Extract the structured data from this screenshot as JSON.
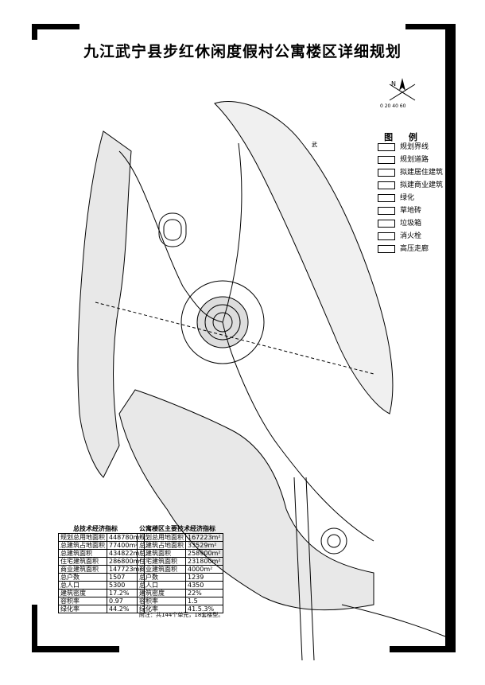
{
  "title": "九江武宁县步红休闲度假村公寓楼区详细规划",
  "north_label": "N",
  "scale_label": "0 20 40 60",
  "legend": {
    "title": "图 例",
    "items": [
      {
        "label": "规划界线",
        "icon": "boundary-line"
      },
      {
        "label": "规划道路",
        "icon": "planned-road"
      },
      {
        "label": "拟建居住建筑",
        "icon": "residential-building"
      },
      {
        "label": "拟建商业建筑",
        "icon": "commercial-building"
      },
      {
        "label": "绿化",
        "icon": "greenery"
      },
      {
        "label": "草地砖",
        "icon": "grass-brick"
      },
      {
        "label": "垃圾箱",
        "icon": "trash-bin"
      },
      {
        "label": "消火栓",
        "icon": "fire-hydrant"
      },
      {
        "label": "高压走廊",
        "icon": "high-voltage-corridor"
      }
    ]
  },
  "table1": {
    "caption": "总技术经济指标",
    "rows": [
      [
        "规划总用地面积",
        "448780m²"
      ],
      [
        "总建筑占地面积",
        "77400m²"
      ],
      [
        "总建筑面积",
        "434822m²"
      ],
      [
        "住宅建筑面积",
        "286800m²"
      ],
      [
        "商业建筑面积",
        "147723m²"
      ],
      [
        "总户数",
        "1507"
      ],
      [
        "总人口",
        "5300"
      ],
      [
        "建筑密度",
        "17.2%"
      ],
      [
        "容积率",
        "0.97"
      ],
      [
        "绿化率",
        "44.2%"
      ]
    ]
  },
  "table2": {
    "caption": "公寓楼区主要技术经济指标",
    "rows": [
      [
        "规划总用地面积",
        "167223m²"
      ],
      [
        "总建筑占地面积",
        "33529m²"
      ],
      [
        "总建筑面积",
        "258900m²"
      ],
      [
        "住宅建筑面积",
        "231800m²"
      ],
      [
        "商业建筑面积",
        "4000m²"
      ],
      [
        "总户数",
        "1239"
      ],
      [
        "总人口",
        "4350"
      ],
      [
        "建筑密度",
        "22%"
      ],
      [
        "容积率",
        "1.5"
      ],
      [
        "绿化率",
        "41.5.3%"
      ]
    ],
    "note": "附注：共144个单元，18套楼型。"
  },
  "map_label": "武"
}
